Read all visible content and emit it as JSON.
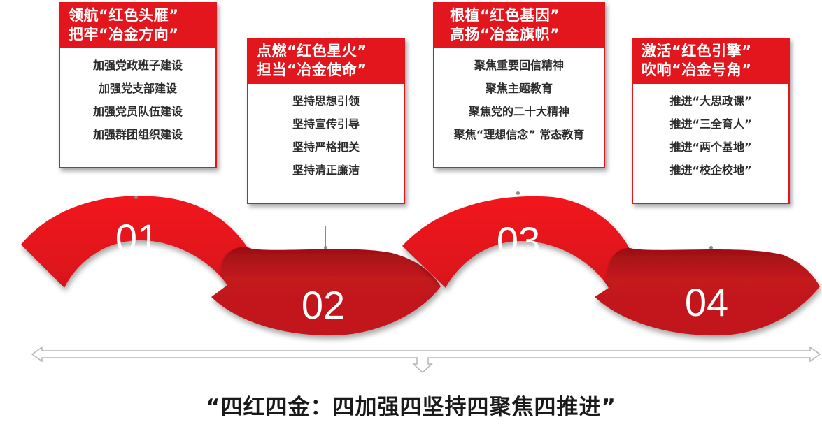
{
  "steps": [
    {
      "number": "01",
      "title_line1": "领航“红色头雁”",
      "title_line2": "把牢“冶金方向”",
      "items": [
        "加强党政班子建设",
        "加强党支部建设",
        "加强党员队伍建设",
        "加强群团组织建设"
      ]
    },
    {
      "number": "02",
      "title_line1": "点燃“红色星火”",
      "title_line2": "担当“冶金使命”",
      "items": [
        "坚持思想引领",
        "坚持宣传引导",
        "坚持严格把关",
        "坚持清正廉洁"
      ]
    },
    {
      "number": "03",
      "title_line1": "根植“红色基因”",
      "title_line2": "高扬“冶金旗帜”",
      "items": [
        "聚焦重要回信精神",
        "聚焦主题教育",
        "聚焦党的二十大精神",
        "聚焦“理想信念” 常态教育"
      ]
    },
    {
      "number": "04",
      "title_line1": "激活“红色引擎”",
      "title_line2": "吹响“冶金号角”",
      "items": [
        "推进“大思政课”",
        "推进“三全育人”",
        "推进“两个基地”",
        "推进“校企校地”"
      ]
    }
  ],
  "slogan": "“四红四金：四加强四坚持四聚焦四推进”",
  "colors": {
    "primary_red": "#e3161e",
    "dark_red": "#b0151a",
    "text": "#2b2b2b"
  }
}
